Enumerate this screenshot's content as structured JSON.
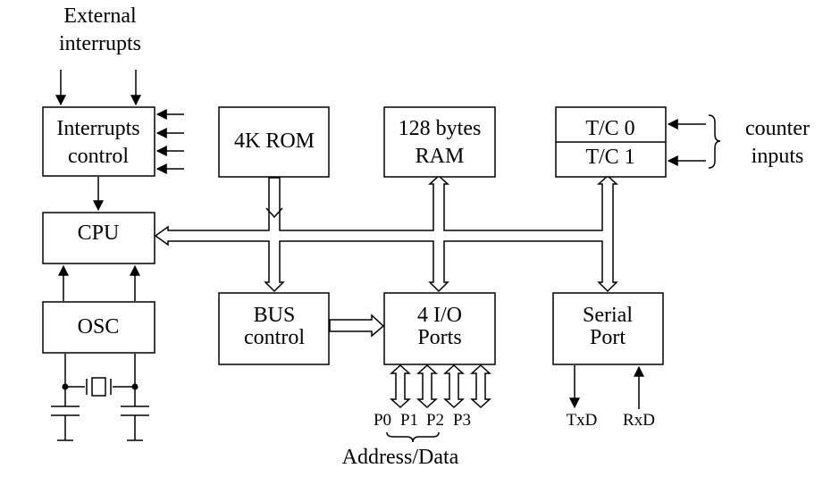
{
  "external_interrupts": [
    "External",
    "interrupts"
  ],
  "interrupts_control": [
    "Interrupts",
    "control"
  ],
  "rom": "4K ROM",
  "ram": [
    "128 bytes",
    "RAM"
  ],
  "tc0": "T/C 0",
  "tc1": "T/C 1",
  "counter_inputs": [
    "counter",
    "inputs"
  ],
  "cpu": "CPU",
  "osc": "OSC",
  "bus_control": [
    "BUS",
    "control"
  ],
  "io_ports": [
    "4 I/O",
    "Ports"
  ],
  "serial_port": [
    "Serial",
    "Port"
  ],
  "ports": [
    "P0",
    "P1",
    "P2",
    "P3"
  ],
  "address_data": "Address/Data",
  "txd": "TxD",
  "rxd": "RxD"
}
